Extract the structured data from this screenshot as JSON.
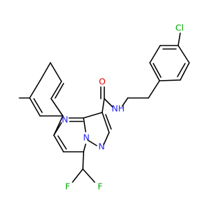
{
  "molecule": {
    "atoms": {
      "cl": "Cl",
      "nh": "NH",
      "o": "O",
      "n_pyrimidine": "N",
      "n_bridge": "N",
      "n_pyrazole": "N",
      "f_left": "F",
      "f_right": "F"
    },
    "colors": {
      "carbon": "#000000",
      "nitrogen": "#2222ee",
      "oxygen": "#dd0000",
      "fluorine": "#00aa00",
      "chlorine": "#00aa00"
    }
  }
}
